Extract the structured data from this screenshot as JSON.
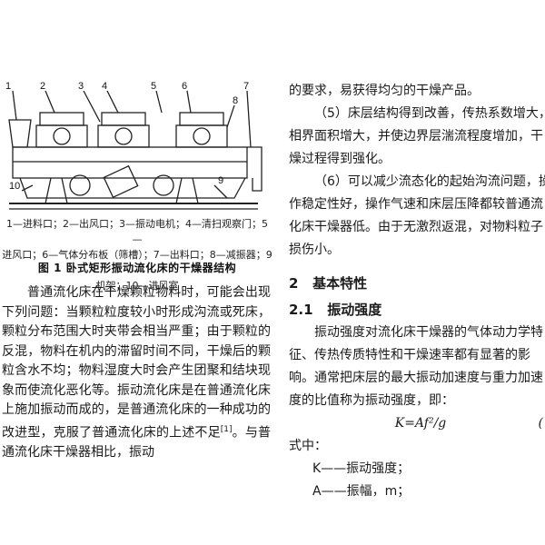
{
  "figure": {
    "labels": [
      "1",
      "2",
      "3",
      "4",
      "5",
      "6",
      "7",
      "8",
      "9",
      "10"
    ],
    "legend_lines": [
      "1—进料口；2—出风口；3—振动电机；4—清扫观察门；5—",
      "进风口；6—气体分布板（筛槽）；7—出料口；8—减振器；9—",
      "机架；10—进风室"
    ],
    "title": "图 1   卧式矩形振动流化床的干燥器结构"
  },
  "left_column": {
    "paragraph": "普通流化床在干燥颗粒物料时，可能会出现下列问题：当颗粒粒度较小时形成沟流或死床，颗粒分布范围大时夹带会相当严重；由于颗粒的反混，物料在机内的滞留时间不同，干燥后的颗粒含水不均；物料湿度大时会产生团聚和结块现象而使流化恶化等。振动流化床是在普通流化床上施加振动而成的，是普通流化床的一种成功的改进型，克服了普通流化床的上述不足",
    "cite": "[1]",
    "paragraph_tail": "。与普通流化床干燥器相比，振动"
  },
  "right_column": {
    "line0": "的要求，易获得均匀的干燥产品。",
    "item5": "（5）床层结构得到改善，传热系数增大，相界面积增大，并使边界层湍流程度增加，干燥过程得到强化。",
    "item6": "（6）可以减少流态化的起始沟流问题，操作稳定性好，操作气速和床层压降都较普通流化床干燥器低。由于无激烈返混，对物料粒子损伤小。",
    "section_number": "2",
    "section_title": "基本特性",
    "subsection_number": "2.1",
    "subsection_title": "振动强度",
    "para": "振动强度对流化床干燥器的气体动力学特征、传热传质特性和干燥速率都有显著的影响",
    "para_tail": "。通常把床层的最大振动加速度与重力加速度的比值称为振动强度，即：",
    "formula": "K=Af²/g",
    "eq_number": "(",
    "where": "式中：",
    "def_k": "K——振动强度；",
    "def_a": "A——振幅，m；"
  },
  "colors": {
    "text": "#1a1a1a",
    "line": "#222222",
    "background": "#ffffff"
  }
}
